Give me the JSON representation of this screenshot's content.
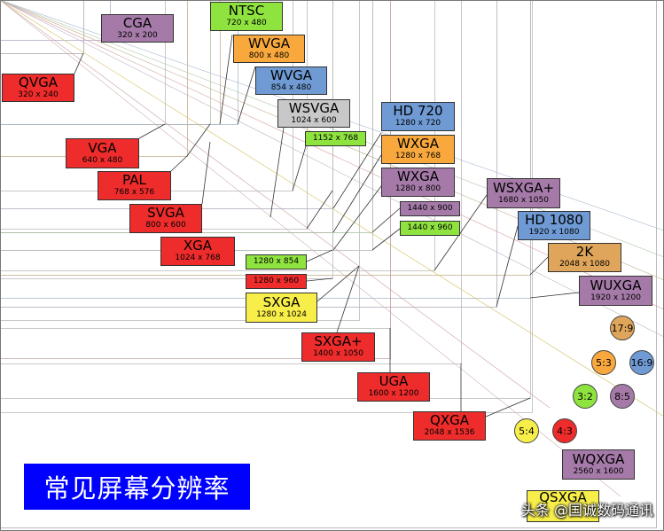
{
  "title": "常见屏幕分辨率",
  "watermark": "头条 @国诚数码通讯",
  "colors": {
    "red": "#ee2c2c",
    "purple": "#a57aa8",
    "green": "#8fe33f",
    "orange": "#f8a83c",
    "blue": "#6f9ad3",
    "gray": "#c8c8c8",
    "yellow": "#f8ee4a",
    "tan": "#dfa55b",
    "title_bg": "#0000ff"
  },
  "resolutions": [
    {
      "name": "CGA",
      "dims": "320 x 200",
      "color": "purple"
    },
    {
      "name": "NTSC",
      "dims": "720 x 480",
      "color": "green"
    },
    {
      "name": "WVGA",
      "dims": "800 x 480",
      "color": "orange"
    },
    {
      "name": "WVGA",
      "dims": "854 x 480",
      "color": "blue"
    },
    {
      "name": "QVGA",
      "dims": "320 x 240",
      "color": "red"
    },
    {
      "name": "WSVGA",
      "dims": "1024 x 600",
      "color": "gray"
    },
    {
      "name": "",
      "dims": "1152 x 768",
      "color": "green"
    },
    {
      "name": "HD 720",
      "dims": "1280 x 720",
      "color": "blue"
    },
    {
      "name": "WXGA",
      "dims": "1280 x 768",
      "color": "orange"
    },
    {
      "name": "WXGA",
      "dims": "1280 x 800",
      "color": "purple"
    },
    {
      "name": "VGA",
      "dims": "640 x 480",
      "color": "red"
    },
    {
      "name": "PAL",
      "dims": "768 x 576",
      "color": "red"
    },
    {
      "name": "SVGA",
      "dims": "800 x 600",
      "color": "red"
    },
    {
      "name": "XGA",
      "dims": "1024 x 768",
      "color": "red"
    },
    {
      "name": "WSXGA+",
      "dims": "1680 x 1050",
      "color": "purple"
    },
    {
      "name": "",
      "dims": "1440 x 900",
      "color": "purple"
    },
    {
      "name": "",
      "dims": "1440 x 960",
      "color": "green"
    },
    {
      "name": "HD 1080",
      "dims": "1920 x 1080",
      "color": "blue"
    },
    {
      "name": "2K",
      "dims": "2048 x 1080",
      "color": "tan"
    },
    {
      "name": "",
      "dims": "1280 x 854",
      "color": "green"
    },
    {
      "name": "",
      "dims": "1280 x 960",
      "color": "red"
    },
    {
      "name": "WUXGA",
      "dims": "1920 x 1200",
      "color": "purple"
    },
    {
      "name": "SXGA",
      "dims": "1280 x 1024",
      "color": "yellow"
    },
    {
      "name": "SXGA+",
      "dims": "1400 x 1050",
      "color": "red"
    },
    {
      "name": "UGA",
      "dims": "1600 x 1200",
      "color": "red"
    },
    {
      "name": "QXGA",
      "dims": "2048 x 1536",
      "color": "red"
    },
    {
      "name": "WQXGA",
      "dims": "2560 x 1600",
      "color": "purple"
    },
    {
      "name": "QSXGA",
      "dims": "",
      "color": "yellow"
    }
  ],
  "ratios": [
    {
      "label": "17:9",
      "color": "tan"
    },
    {
      "label": "5:3",
      "color": "orange"
    },
    {
      "label": "16:9",
      "color": "blue"
    },
    {
      "label": "3:2",
      "color": "green"
    },
    {
      "label": "8:5",
      "color": "purple"
    },
    {
      "label": "5:4",
      "color": "yellow"
    },
    {
      "label": "4:3",
      "color": "red"
    }
  ]
}
